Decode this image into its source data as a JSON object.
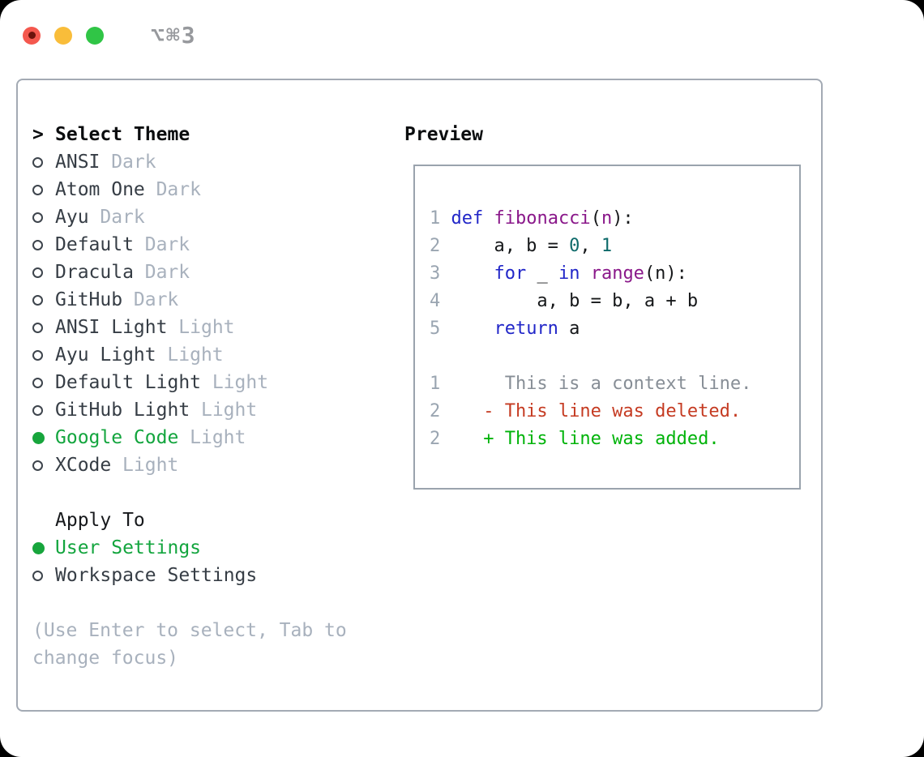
{
  "window": {
    "title": "⌥⌘3"
  },
  "colors": {
    "accent_green": "#17a53c",
    "keyword_blue": "#2126c8",
    "function_purple": "#8a188a",
    "number_teal": "#0d6a6a",
    "deleted_red": "#c53b22",
    "added_green": "#00b30a",
    "dim_gray": "#a8b1bd"
  },
  "theme_panel": {
    "header": {
      "marker": ">",
      "label": "Select Theme"
    },
    "items": [
      {
        "name": "ANSI",
        "variant": "Dark",
        "selected": false
      },
      {
        "name": "Atom One",
        "variant": "Dark",
        "selected": false
      },
      {
        "name": "Ayu",
        "variant": "Dark",
        "selected": false
      },
      {
        "name": "Default",
        "variant": "Dark",
        "selected": false
      },
      {
        "name": "Dracula",
        "variant": "Dark",
        "selected": false
      },
      {
        "name": "GitHub",
        "variant": "Dark",
        "selected": false
      },
      {
        "name": "ANSI Light",
        "variant": "Light",
        "selected": false
      },
      {
        "name": "Ayu Light",
        "variant": "Light",
        "selected": false
      },
      {
        "name": "Default Light",
        "variant": "Light",
        "selected": false
      },
      {
        "name": "GitHub Light",
        "variant": "Light",
        "selected": false
      },
      {
        "name": "Google Code",
        "variant": "Light",
        "selected": true
      },
      {
        "name": "XCode",
        "variant": "Light",
        "selected": false
      }
    ],
    "apply_to": {
      "label": "Apply To",
      "options": [
        {
          "name": "User Settings",
          "selected": true
        },
        {
          "name": "Workspace Settings",
          "selected": false
        }
      ]
    },
    "help_text": "(Use Enter to select, Tab to change focus)"
  },
  "preview": {
    "label": "Preview",
    "code_lines": [
      {
        "num": "1",
        "tokens": [
          [
            "def",
            "kw"
          ],
          [
            " "
          ],
          [
            "fibonacci",
            "fn"
          ],
          [
            "("
          ],
          [
            "n",
            "fn"
          ],
          [
            "):"
          ]
        ]
      },
      {
        "num": "2",
        "tokens": [
          [
            "    a, b = "
          ],
          [
            "0",
            "num"
          ],
          [
            ", "
          ],
          [
            "1",
            "num"
          ]
        ]
      },
      {
        "num": "3",
        "tokens": [
          [
            "    "
          ],
          [
            "for",
            "kw"
          ],
          [
            " _ "
          ],
          [
            "in",
            "kw"
          ],
          [
            " "
          ],
          [
            "range",
            "fn"
          ],
          [
            "(n):"
          ]
        ]
      },
      {
        "num": "4",
        "tokens": [
          [
            "        a, b = b, a + b"
          ]
        ]
      },
      {
        "num": "5",
        "tokens": [
          [
            "    "
          ],
          [
            "return",
            "kw"
          ],
          [
            " a"
          ]
        ]
      },
      {
        "num": "",
        "tokens": []
      },
      {
        "num": "1",
        "tokens": [
          [
            "     This is a context line.",
            "ctx"
          ]
        ]
      },
      {
        "num": "2",
        "tokens": [
          [
            "   - This line was deleted.",
            "del"
          ]
        ]
      },
      {
        "num": "2",
        "tokens": [
          [
            "   + This line was added.",
            "add"
          ]
        ]
      }
    ]
  }
}
